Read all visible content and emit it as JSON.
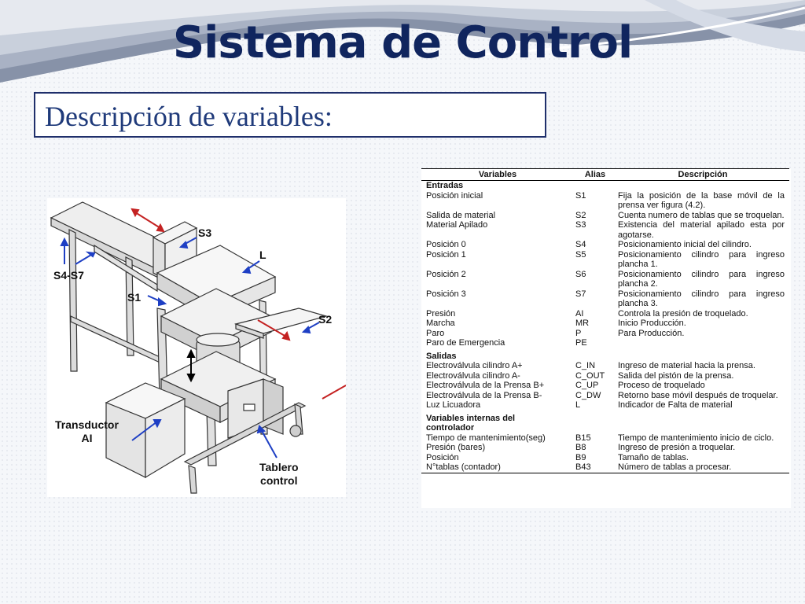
{
  "slide": {
    "title": "Sistema de Control",
    "subtitle": "Descripción de variables:"
  },
  "figure": {
    "labels": {
      "s3": "S3",
      "l": "L",
      "s4s7": "S4-S7",
      "s1": "S1",
      "s2": "S2",
      "transductor_line1": "Transductor",
      "transductor_line2": "AI",
      "tablero_line1": "Tablero",
      "tablero_line2": "control"
    }
  },
  "table": {
    "headers": [
      "Variables",
      "Alias",
      "Descripción"
    ],
    "sections": [
      {
        "title": "Entradas",
        "rows": [
          [
            "Posición inicial",
            "S1",
            "Fija la posición de la base móvil de la prensa ver figura (4.2)."
          ],
          [
            "Salida de material",
            "S2",
            "Cuenta numero de tablas que se troquelan."
          ],
          [
            "Material Apilado",
            "S3",
            "Existencia del material apilado esta por agotarse."
          ],
          [
            "Posición 0",
            "S4",
            "Posicionamiento inicial del cilindro."
          ],
          [
            "Posición 1",
            "S5",
            "Posicionamiento cilindro para ingreso plancha 1."
          ],
          [
            "Posición 2",
            "S6",
            "Posicionamiento cilindro para ingreso plancha 2."
          ],
          [
            "Posición 3",
            "S7",
            "Posicionamiento cilindro para ingreso plancha 3."
          ],
          [
            "Presión",
            "AI",
            "Controla la presión de troquelado."
          ],
          [
            "Marcha",
            "MR",
            "Inicio Producción."
          ],
          [
            "Paro",
            "P",
            "Para Producción."
          ],
          [
            "Paro de Emergencia",
            "PE",
            ""
          ]
        ]
      },
      {
        "title": "Salidas",
        "rows": [
          [
            "Electroválvula cilindro A+",
            "C_IN",
            "Ingreso de material hacia la prensa."
          ],
          [
            "Electroválvula cilindro A-",
            "C_OUT",
            "Salida del pistón de la prensa."
          ],
          [
            "Electroválvula de la Prensa B+",
            "C_UP",
            "Proceso de troquelado"
          ],
          [
            "Electroválvula de la Prensa B-",
            "C_DW",
            "Retorno base móvil después de troquelar."
          ],
          [
            "Luz Licuadora",
            "L",
            "Indicador de  Falta de material"
          ]
        ]
      },
      {
        "title": "Variables internas del controlador",
        "rows": [
          [
            "Tiempo de mantenimiento(seg)",
            "B15",
            "Tiempo de mantenimiento inicio de ciclo."
          ],
          [
            "Presión (bares)",
            "B8",
            "Ingreso de presión a troquelar."
          ],
          [
            "Posición",
            "B9",
            "Tamaño de tablas."
          ],
          [
            "N°tablas (contador)",
            "B43",
            "Número de tablas a procesar."
          ]
        ]
      }
    ]
  }
}
